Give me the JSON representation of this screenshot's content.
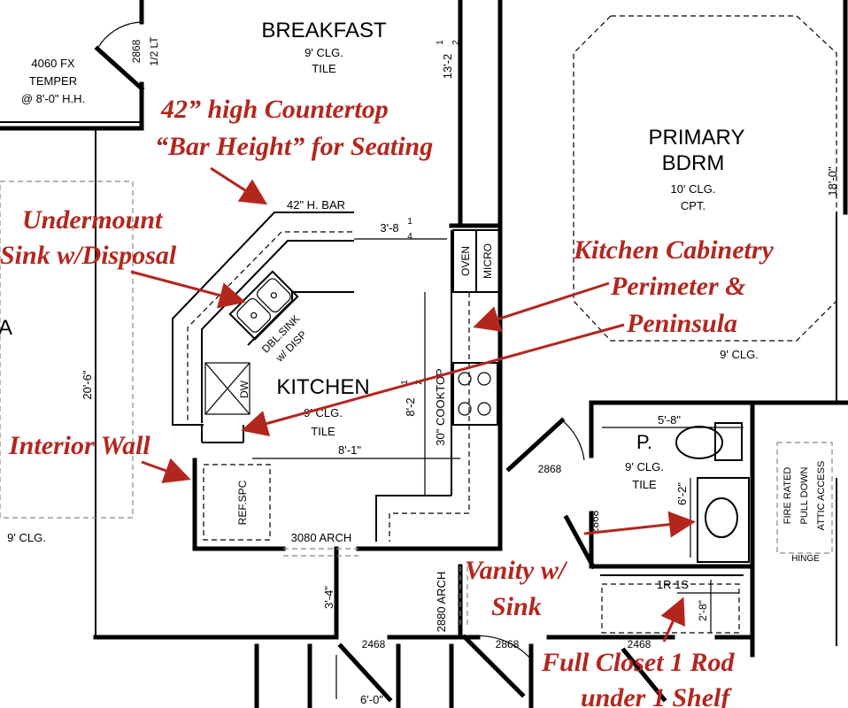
{
  "rooms": {
    "breakfast": {
      "name": "BREAKFAST",
      "ceiling": "9' CLG.",
      "floor": "TILE"
    },
    "primary": {
      "name_line1": "PRIMARY",
      "name_line2": "BDRM",
      "ceiling": "10' CLG.",
      "floor": "CPT."
    },
    "kitchen": {
      "name": "KITCHEN",
      "ceiling": "9' CLG.",
      "floor": "TILE"
    },
    "powder": {
      "name": "P.",
      "ceiling": "9' CLG.",
      "floor": "TILE"
    }
  },
  "labels": {
    "window": {
      "line1": "4060 FX",
      "line2": "TEMPER",
      "line3": "@ 8'-0\" H.H."
    },
    "door_top": {
      "line1": "2868",
      "line2": "1/2 LT"
    },
    "dim_breakfast": "13'-2",
    "dim_breakfast_frac_num": "1",
    "dim_breakfast_frac_den": "2",
    "primary_dim": "18'-0\"",
    "bar": "42\" H. BAR",
    "dim_bar": "3'-8",
    "dim_bar_frac_num": "1",
    "dim_bar_frac_den": "4",
    "oven": "OVEN",
    "micro": "MICRO",
    "sink": "DBL.SINK",
    "disp": "w/ DISP",
    "dw": "DW",
    "dim_kitchen_v": "8'-2",
    "dim_kitchen_v_frac_num": "1",
    "dim_kitchen_v_frac_den": "2",
    "cooktop": "30\" COOKTOP",
    "dim_kitchen_h": "8'-1\"",
    "dim_left": "20'-6\"",
    "ref": "REF.SPC",
    "arch1": "3080 ARCH",
    "arch2": "2880 ARCH",
    "dim_34": "3'-4\"",
    "dim_60": "6'-0\"",
    "door_2468_a": "2468",
    "door_2868_b": "2868",
    "door_2468_c": "2468",
    "door_2868_d": "2868",
    "door_2868_e": "2868",
    "dim_58": "5'-8\"",
    "dim_62": "6'-2\"",
    "closet": "1R 1S",
    "dim_28": "2'-8\"",
    "attic_line1": "FIRE RATED",
    "attic_line2": "PULL DOWN",
    "attic_line3": "ATTIC ACCESS",
    "hinge": "HINGE",
    "clg_left": "9' CLG.",
    "clg_primary2": "9' CLG.",
    "edge_a": "A"
  },
  "annotations": {
    "countertop_line1": "42” high Countertop",
    "countertop_line2": "“Bar Height” for Seating",
    "sink_line1": "Undermount",
    "sink_line2": "Sink w/Disposal",
    "cabinet_line1": "Kitchen Cabinetry",
    "cabinet_line2": "Perimeter &",
    "cabinet_line3": "Peninsula",
    "wall": "Interior Wall",
    "vanity_line1": "Vanity w/",
    "vanity_line2": "Sink",
    "closet_line1": "Full Closet 1 Rod",
    "closet_line2": "under 1 Shelf"
  },
  "colors": {
    "annotation": "#b3261e",
    "lines": "#000000"
  }
}
